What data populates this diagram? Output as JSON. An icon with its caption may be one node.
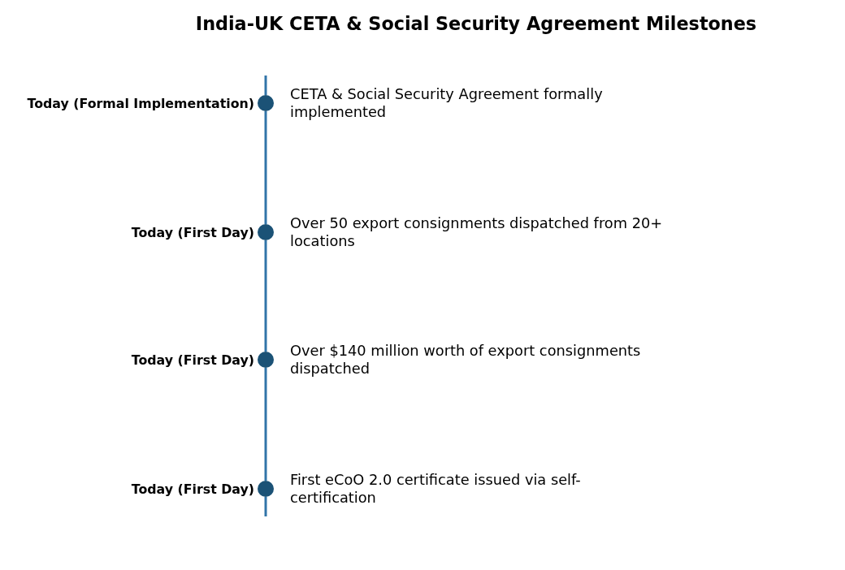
{
  "diagram": {
    "title": "India-UK CETA & Social Security Agreement Milestones",
    "nodes": [
      {
        "text": [],
        "shape": "circle",
        "beside": [
          "Today (Formal Implementation)",
          "CETA & Social Security Agreement formally implemented"
        ]
      },
      {
        "text": [],
        "shape": "circle",
        "beside": [
          "Today (First Day)",
          "Over 50 export consignments dispatched from 20+ locations"
        ]
      },
      {
        "text": [],
        "shape": "circle",
        "beside": [
          "Today (First Day)",
          "Over $140 million worth of export consignments dispatched"
        ]
      },
      {
        "text": [],
        "shape": "circle",
        "beside": [
          "Today (First Day)",
          "First eCoO 2.0 certificate issued via self-certification"
        ]
      }
    ],
    "edges": [
      {
        "from": 0,
        "to": 1,
        "arrow": "none"
      },
      {
        "from": 1,
        "to": 2,
        "arrow": "none"
      },
      {
        "from": 2,
        "to": 3,
        "arrow": "none"
      }
    ]
  }
}
